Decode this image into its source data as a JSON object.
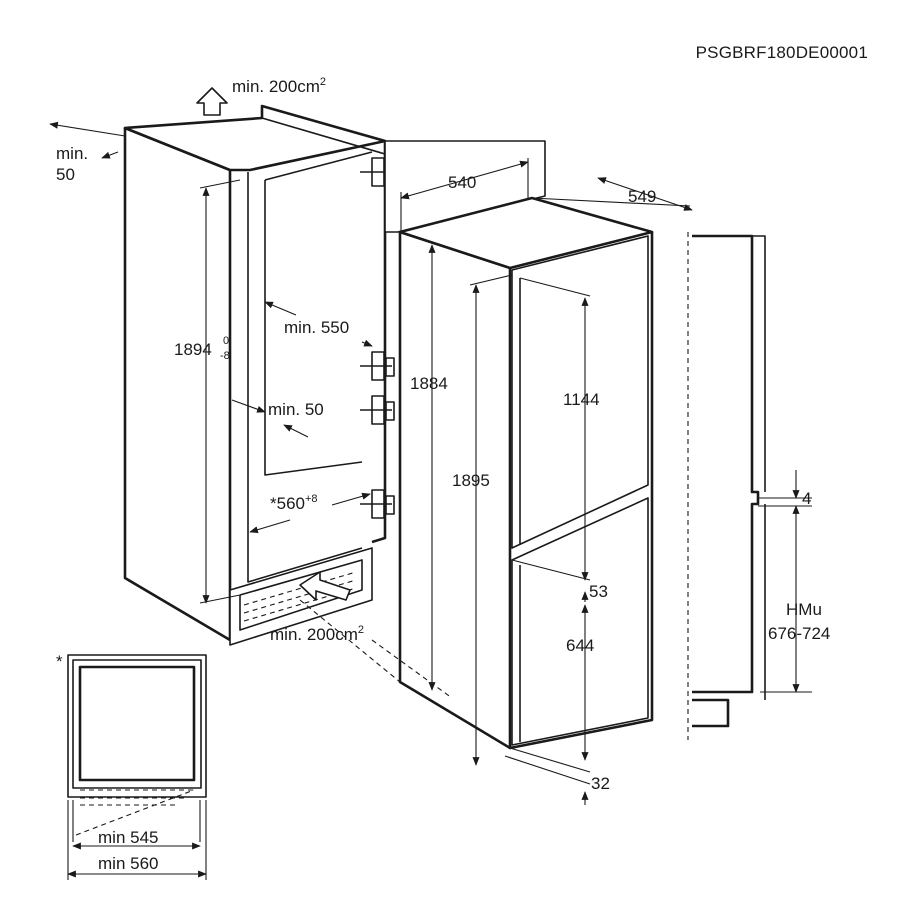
{
  "code": "PSGBRF180DE00001",
  "vent_top": {
    "text": "min. 200cm",
    "sup": "2"
  },
  "vent_bottom": {
    "text": "min. 200cm",
    "sup": "2"
  },
  "rear_gap": {
    "line1": "min.",
    "line2": "50"
  },
  "niche": {
    "height": "1894",
    "height_tol_upper": "0",
    "height_tol_lower": "-8",
    "depth": "min. 550",
    "side_gap": "min. 50",
    "width": "*560",
    "width_tol": "+8"
  },
  "appliance": {
    "width": "540",
    "depth": "549",
    "body_height": "1884",
    "total_height": "1895",
    "upper_door": "1144",
    "door_gap": "53",
    "lower_door": "644",
    "bottom_gap": "32"
  },
  "side_view": {
    "gap": "4",
    "hmu_label": "HMu",
    "hmu_range": "676-724"
  },
  "inset": {
    "asterisk": "*",
    "min_outer": "min 545",
    "min_inner": "min 560"
  }
}
